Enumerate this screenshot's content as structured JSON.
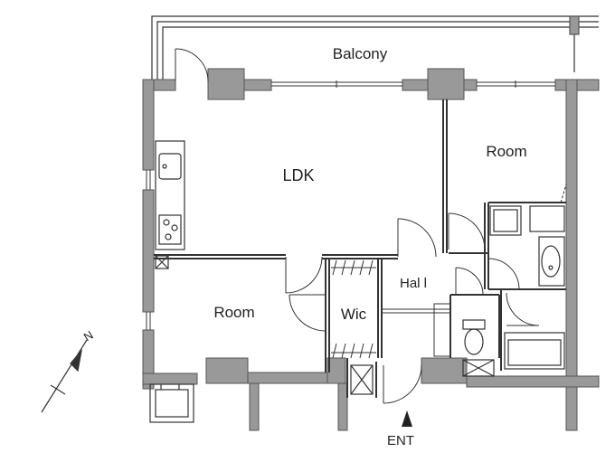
{
  "rooms": {
    "balcony": "Balcony",
    "ldk": "LDK",
    "room_east": "Room",
    "room_west": "Room",
    "walk_in_closet": "Wic",
    "hall": "Hal l",
    "entrance": "ENT"
  },
  "compass": {
    "north_label": "N"
  },
  "colors": {
    "wall": "#999999",
    "wall_outline": "#555555",
    "line": "#333333",
    "background": "#ffffff"
  }
}
